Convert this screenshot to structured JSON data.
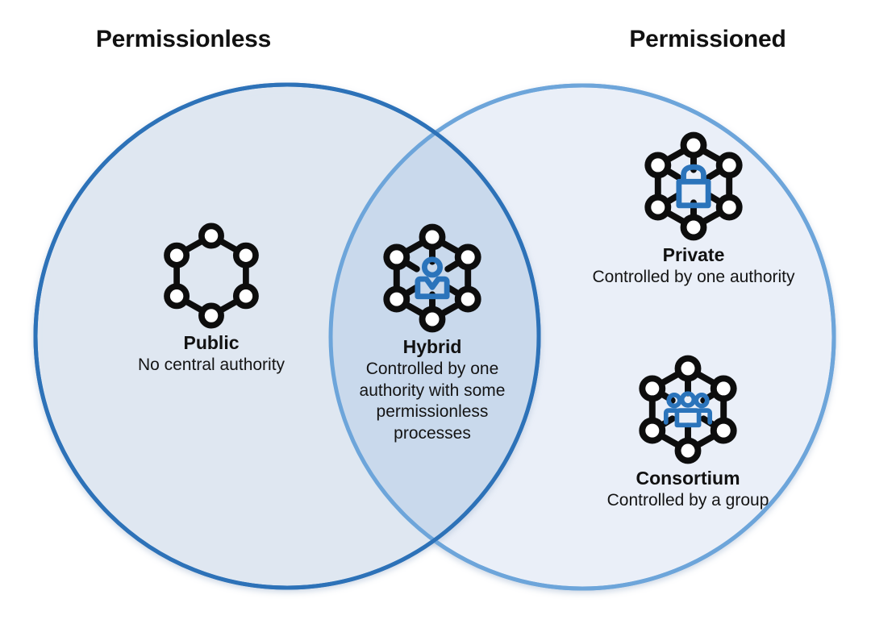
{
  "diagram": {
    "type": "venn",
    "title_left": "Permissionless",
    "title_right": "Permissioned",
    "colors": {
      "left_stroke": "#2d72b8",
      "right_stroke": "#6da5da",
      "left_fill": "#dfe7f2",
      "right_fill": "#eaeff8",
      "overlap_fill": "#c9d9ec",
      "icon_dark": "#0d0d0d",
      "icon_accent": "#2b74bb",
      "text": "#111111"
    }
  },
  "groups": {
    "public": {
      "icon": "hexagon-network-icon",
      "title": "Public",
      "desc": [
        "No central authority"
      ]
    },
    "hybrid": {
      "icon": "hexagon-network-person-icon",
      "title": "Hybrid",
      "desc": [
        "Controlled by one",
        "authority with some",
        "permissionless",
        "processes"
      ]
    },
    "private": {
      "icon": "hexagon-network-lock-icon",
      "title": "Private",
      "desc": [
        "Controlled by one authority"
      ]
    },
    "consortium": {
      "icon": "hexagon-network-group-icon",
      "title": "Consortium",
      "desc": [
        "Controlled by a group"
      ]
    }
  }
}
